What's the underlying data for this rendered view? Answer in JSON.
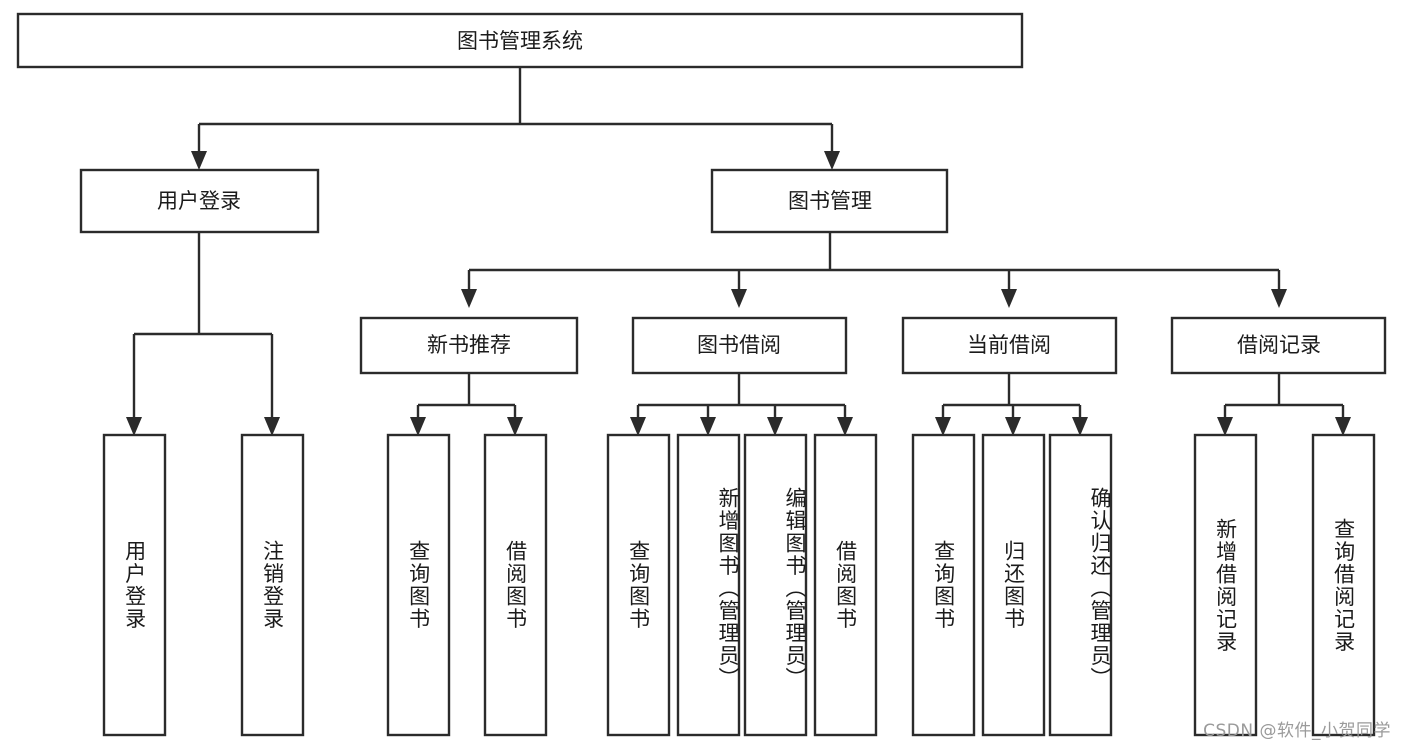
{
  "diagram": {
    "title": "图书管理系统",
    "type": "hierarchy-tree",
    "background_color": "#ffffff",
    "line_color": "#2b2b2b",
    "box_fill": "#ffffff",
    "text_color": "#1b1b1b",
    "root": {
      "label": "图书管理系统"
    },
    "level2": [
      {
        "id": "user-login",
        "label": "用户登录"
      },
      {
        "id": "book-manage",
        "label": "图书管理"
      }
    ],
    "level3": [
      {
        "id": "new-book-recommend",
        "label": "新书推荐",
        "parent": "book-manage"
      },
      {
        "id": "book-borrow",
        "label": "图书借阅",
        "parent": "book-manage"
      },
      {
        "id": "current-borrow",
        "label": "当前借阅",
        "parent": "book-manage"
      },
      {
        "id": "borrow-record",
        "label": "借阅记录",
        "parent": "book-manage"
      }
    ],
    "leaves": [
      {
        "id": "leaf-user-login",
        "label": "用户登录",
        "parent": "user-login"
      },
      {
        "id": "leaf-logout-login",
        "label": "注销登录",
        "parent": "user-login"
      },
      {
        "id": "leaf-query-book-1",
        "label": "查询图书",
        "parent": "new-book-recommend"
      },
      {
        "id": "leaf-borrow-book-1",
        "label": "借阅图书",
        "parent": "new-book-recommend"
      },
      {
        "id": "leaf-query-book-2",
        "label": "查询图书",
        "parent": "book-borrow"
      },
      {
        "id": "leaf-add-book",
        "label": "新增图书（管理员）",
        "parent": "book-borrow"
      },
      {
        "id": "leaf-edit-book",
        "label": "编辑图书（管理员）",
        "parent": "book-borrow"
      },
      {
        "id": "leaf-borrow-book-2",
        "label": "借阅图书",
        "parent": "book-borrow"
      },
      {
        "id": "leaf-query-book-3",
        "label": "查询图书",
        "parent": "current-borrow"
      },
      {
        "id": "leaf-return-book",
        "label": "归还图书",
        "parent": "current-borrow"
      },
      {
        "id": "leaf-confirm-return",
        "label": "确认归还（管理员）",
        "parent": "current-borrow"
      },
      {
        "id": "leaf-add-record",
        "label": "新增借阅记录",
        "parent": "borrow-record"
      },
      {
        "id": "leaf-query-record",
        "label": "查询借阅记录",
        "parent": "borrow-record"
      }
    ]
  },
  "watermark": {
    "text": "CSDN @软件_小贺同学"
  }
}
